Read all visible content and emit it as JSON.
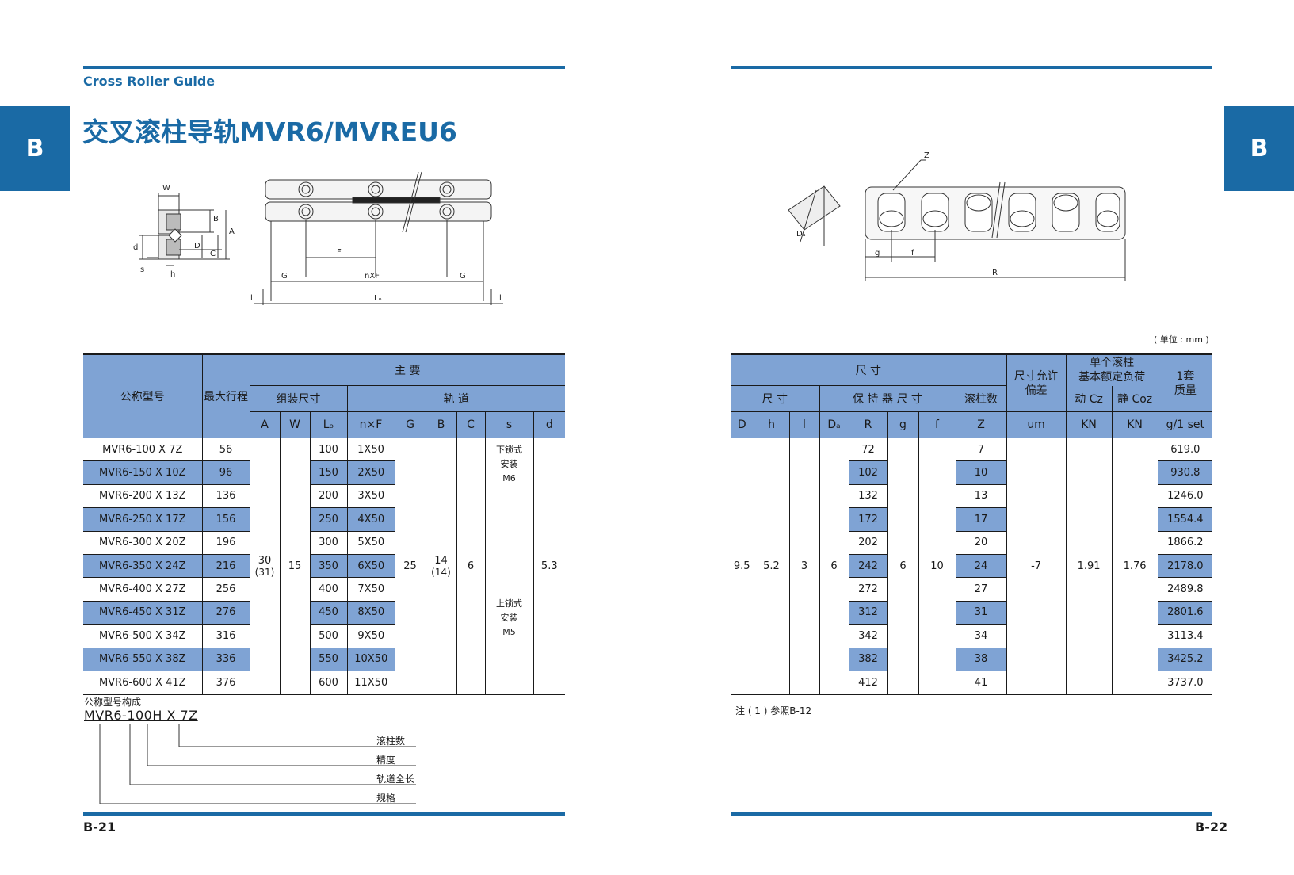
{
  "header": {
    "subtitle": "Cross Roller Guide",
    "title": "交叉滚柱导轨MVR6/MVREU6",
    "tab_left": "B",
    "tab_right": "B"
  },
  "footer": {
    "page_left": "B-21",
    "page_right": "B-22"
  },
  "unit_note": "( 单位 : mm )",
  "footnote": "注 ( 1 ) 参照B-12",
  "drawing_labels": {
    "W": "W",
    "B": "B",
    "A": "A",
    "d": "d",
    "D": "D",
    "C": "C",
    "s": "s",
    "h": "h",
    "F": "F",
    "G": "G",
    "nXF": "nXF",
    "Lo": "Lₒ",
    "l": "l",
    "Z": "Z",
    "Da": "Dₐ",
    "g": "g",
    "f": "f",
    "R": "R"
  },
  "left_table": {
    "headers": {
      "model": "公称型号",
      "stroke": "最大行程",
      "main": "主          要",
      "assembly": "组装尺寸",
      "rail": "轨          道",
      "A": "A",
      "W": "W",
      "Lo": "Lₒ",
      "nxF": "n×F",
      "G": "G",
      "B": "B",
      "C": "C",
      "s": "s",
      "d": "d"
    },
    "rows": [
      {
        "model": "MVR6-100 X 7Z",
        "stroke": "56",
        "lo": "100",
        "nxf": "1X50"
      },
      {
        "model": "MVR6-150 X 10Z",
        "stroke": "96",
        "lo": "150",
        "nxf": "2X50"
      },
      {
        "model": "MVR6-200 X 13Z",
        "stroke": "136",
        "lo": "200",
        "nxf": "3X50"
      },
      {
        "model": "MVR6-250 X 17Z",
        "stroke": "156",
        "lo": "250",
        "nxf": "4X50"
      },
      {
        "model": "MVR6-300 X 20Z",
        "stroke": "196",
        "lo": "300",
        "nxf": "5X50"
      },
      {
        "model": "MVR6-350 X 24Z",
        "stroke": "216",
        "lo": "350",
        "nxf": "6X50"
      },
      {
        "model": "MVR6-400 X 27Z",
        "stroke": "256",
        "lo": "400",
        "nxf": "7X50"
      },
      {
        "model": "MVR6-450 X 31Z",
        "stroke": "276",
        "lo": "450",
        "nxf": "8X50"
      },
      {
        "model": "MVR6-500 X 34Z",
        "stroke": "316",
        "lo": "500",
        "nxf": "9X50"
      },
      {
        "model": "MVR6-550 X 38Z",
        "stroke": "336",
        "lo": "550",
        "nxf": "10X50"
      },
      {
        "model": "MVR6-600 X 41Z",
        "stroke": "376",
        "lo": "600",
        "nxf": "11X50"
      }
    ],
    "merged": {
      "A": "30",
      "A_sub": "(31)",
      "W": "15",
      "G": "25",
      "B": "14",
      "B_sub": "(14)",
      "C": "6",
      "d": "5.3",
      "s_top_1": "下锁式",
      "s_top_2": "安装",
      "s_top_3": "M6",
      "s_bot_1": "上锁式",
      "s_bot_2": "安装",
      "s_bot_3": "M5"
    }
  },
  "right_table": {
    "headers": {
      "dims": "尺                寸",
      "tolerance_1": "尺寸允许",
      "tolerance_2": "偏差",
      "load_1": "单个滚柱",
      "load_2": "基本额定负荷",
      "mass_1": "1套",
      "mass_2": "质量",
      "size": "尺  寸",
      "cage": "保 持 器 尺 寸",
      "rollers": "滚柱数",
      "dyn": "动 Cz",
      "stat": "静 Coz",
      "D": "D",
      "h": "h",
      "l": "l",
      "Da": "Dₐ",
      "R": "R",
      "g": "g",
      "f": "f",
      "Z": "Z",
      "um": "um",
      "KN1": "KN",
      "KN2": "KN",
      "g_set": "g/1 set"
    },
    "rows": [
      {
        "R": "72",
        "Z": "7",
        "mass": "619.0"
      },
      {
        "R": "102",
        "Z": "10",
        "mass": "930.8"
      },
      {
        "R": "132",
        "Z": "13",
        "mass": "1246.0"
      },
      {
        "R": "172",
        "Z": "17",
        "mass": "1554.4"
      },
      {
        "R": "202",
        "Z": "20",
        "mass": "1866.2"
      },
      {
        "R": "242",
        "Z": "24",
        "mass": "2178.0"
      },
      {
        "R": "272",
        "Z": "27",
        "mass": "2489.8"
      },
      {
        "R": "312",
        "Z": "31",
        "mass": "2801.6"
      },
      {
        "R": "342",
        "Z": "34",
        "mass": "3113.4"
      },
      {
        "R": "382",
        "Z": "38",
        "mass": "3425.2"
      },
      {
        "R": "412",
        "Z": "41",
        "mass": "3737.0"
      }
    ],
    "merged": {
      "D": "9.5",
      "h": "5.2",
      "l": "3",
      "Da": "6",
      "g": "6",
      "f": "10",
      "tol": "-7",
      "dyn": "1.91",
      "stat": "1.76"
    }
  },
  "legend": {
    "title": "公称型号构成",
    "code": "MVR6-100H X 7Z",
    "items": [
      "滚柱数",
      "精度",
      "轨道全长",
      "规格"
    ]
  }
}
